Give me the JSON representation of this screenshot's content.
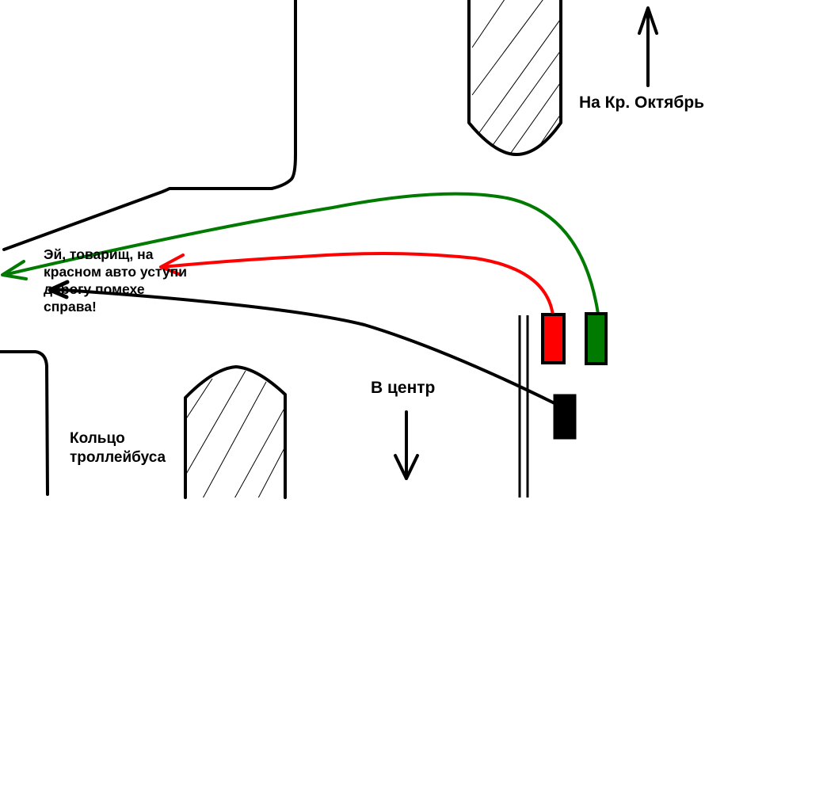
{
  "diagram": {
    "kind": "hand-drawn road intersection sketch",
    "labels": {
      "north_direction": "На Кр. Октябрь",
      "center_direction": "В центр",
      "trolleybus_ring": [
        "Кольцо",
        "троллейбуса"
      ],
      "shout": [
        "Эй, товарищ, на",
        "красном авто уступи",
        "дорогу помехе",
        "справа!"
      ]
    },
    "vehicles": [
      {
        "name": "red-car",
        "color": "#ff0000"
      },
      {
        "name": "green-car",
        "color": "#007a00"
      },
      {
        "name": "black-car",
        "color": "#000000"
      }
    ],
    "paths": [
      {
        "name": "green-path",
        "from": "green-car",
        "direction": "left turn (wide arc)",
        "color": "#007a00"
      },
      {
        "name": "red-path",
        "from": "red-car",
        "direction": "left turn (inner arc)",
        "color": "#ff0000"
      },
      {
        "name": "black-path",
        "from": "black-car",
        "direction": "left diagonal",
        "color": "#000000"
      }
    ],
    "colors": {
      "background": "#ffffff",
      "ink": "#000000",
      "red": "#ff0000",
      "green": "#007a00"
    }
  }
}
